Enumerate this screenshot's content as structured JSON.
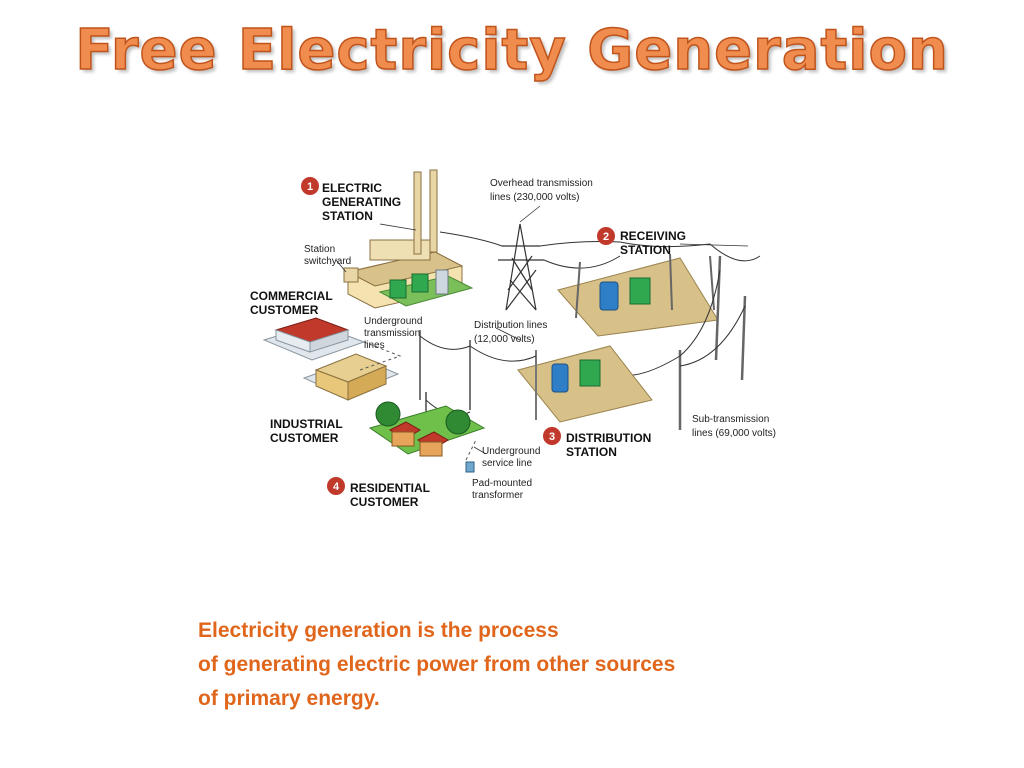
{
  "title": "Free Electricity Generation",
  "diagram": {
    "stations": [
      {
        "number": "1",
        "line1": "ELECTRIC",
        "line2": "GENERATING",
        "line3": "STATION"
      },
      {
        "number": "2",
        "line1": "RECEIVING",
        "line2": "STATION"
      },
      {
        "number": "3",
        "line1": "DISTRIBUTION",
        "line2": "STATION"
      },
      {
        "number": "4",
        "line1": "RESIDENTIAL",
        "line2": "CUSTOMER"
      }
    ],
    "customers": {
      "commercial": {
        "line1": "COMMERCIAL",
        "line2": "CUSTOMER"
      },
      "industrial": {
        "line1": "INDUSTRIAL",
        "line2": "CUSTOMER"
      }
    },
    "labels": {
      "station_switchyard": [
        "Station",
        "switchyard"
      ],
      "overhead": [
        "Overhead transmission",
        "lines (230,000 volts)"
      ],
      "underground_transmission": [
        "Underground",
        "transmission",
        "lines"
      ],
      "distribution_lines": [
        "Distribution lines",
        "(12,000 volts)"
      ],
      "sub_transmission": [
        "Sub-transmission",
        "lines (69,000 volts)"
      ],
      "underground_service": [
        "Underground",
        "service line"
      ],
      "pad_mounted": [
        "Pad-mounted",
        "transformer"
      ]
    },
    "colors": {
      "badge": "#c0392b",
      "transformer_green": "#2fa84f",
      "transformer_blue": "#2f7fc8",
      "ground": "#d8c089",
      "roof_red": "#c0392b"
    }
  },
  "caption": {
    "line1": "Electricity generation is the process",
    "line2": "of generating electric power from other sources",
    "line3": "of primary energy."
  }
}
